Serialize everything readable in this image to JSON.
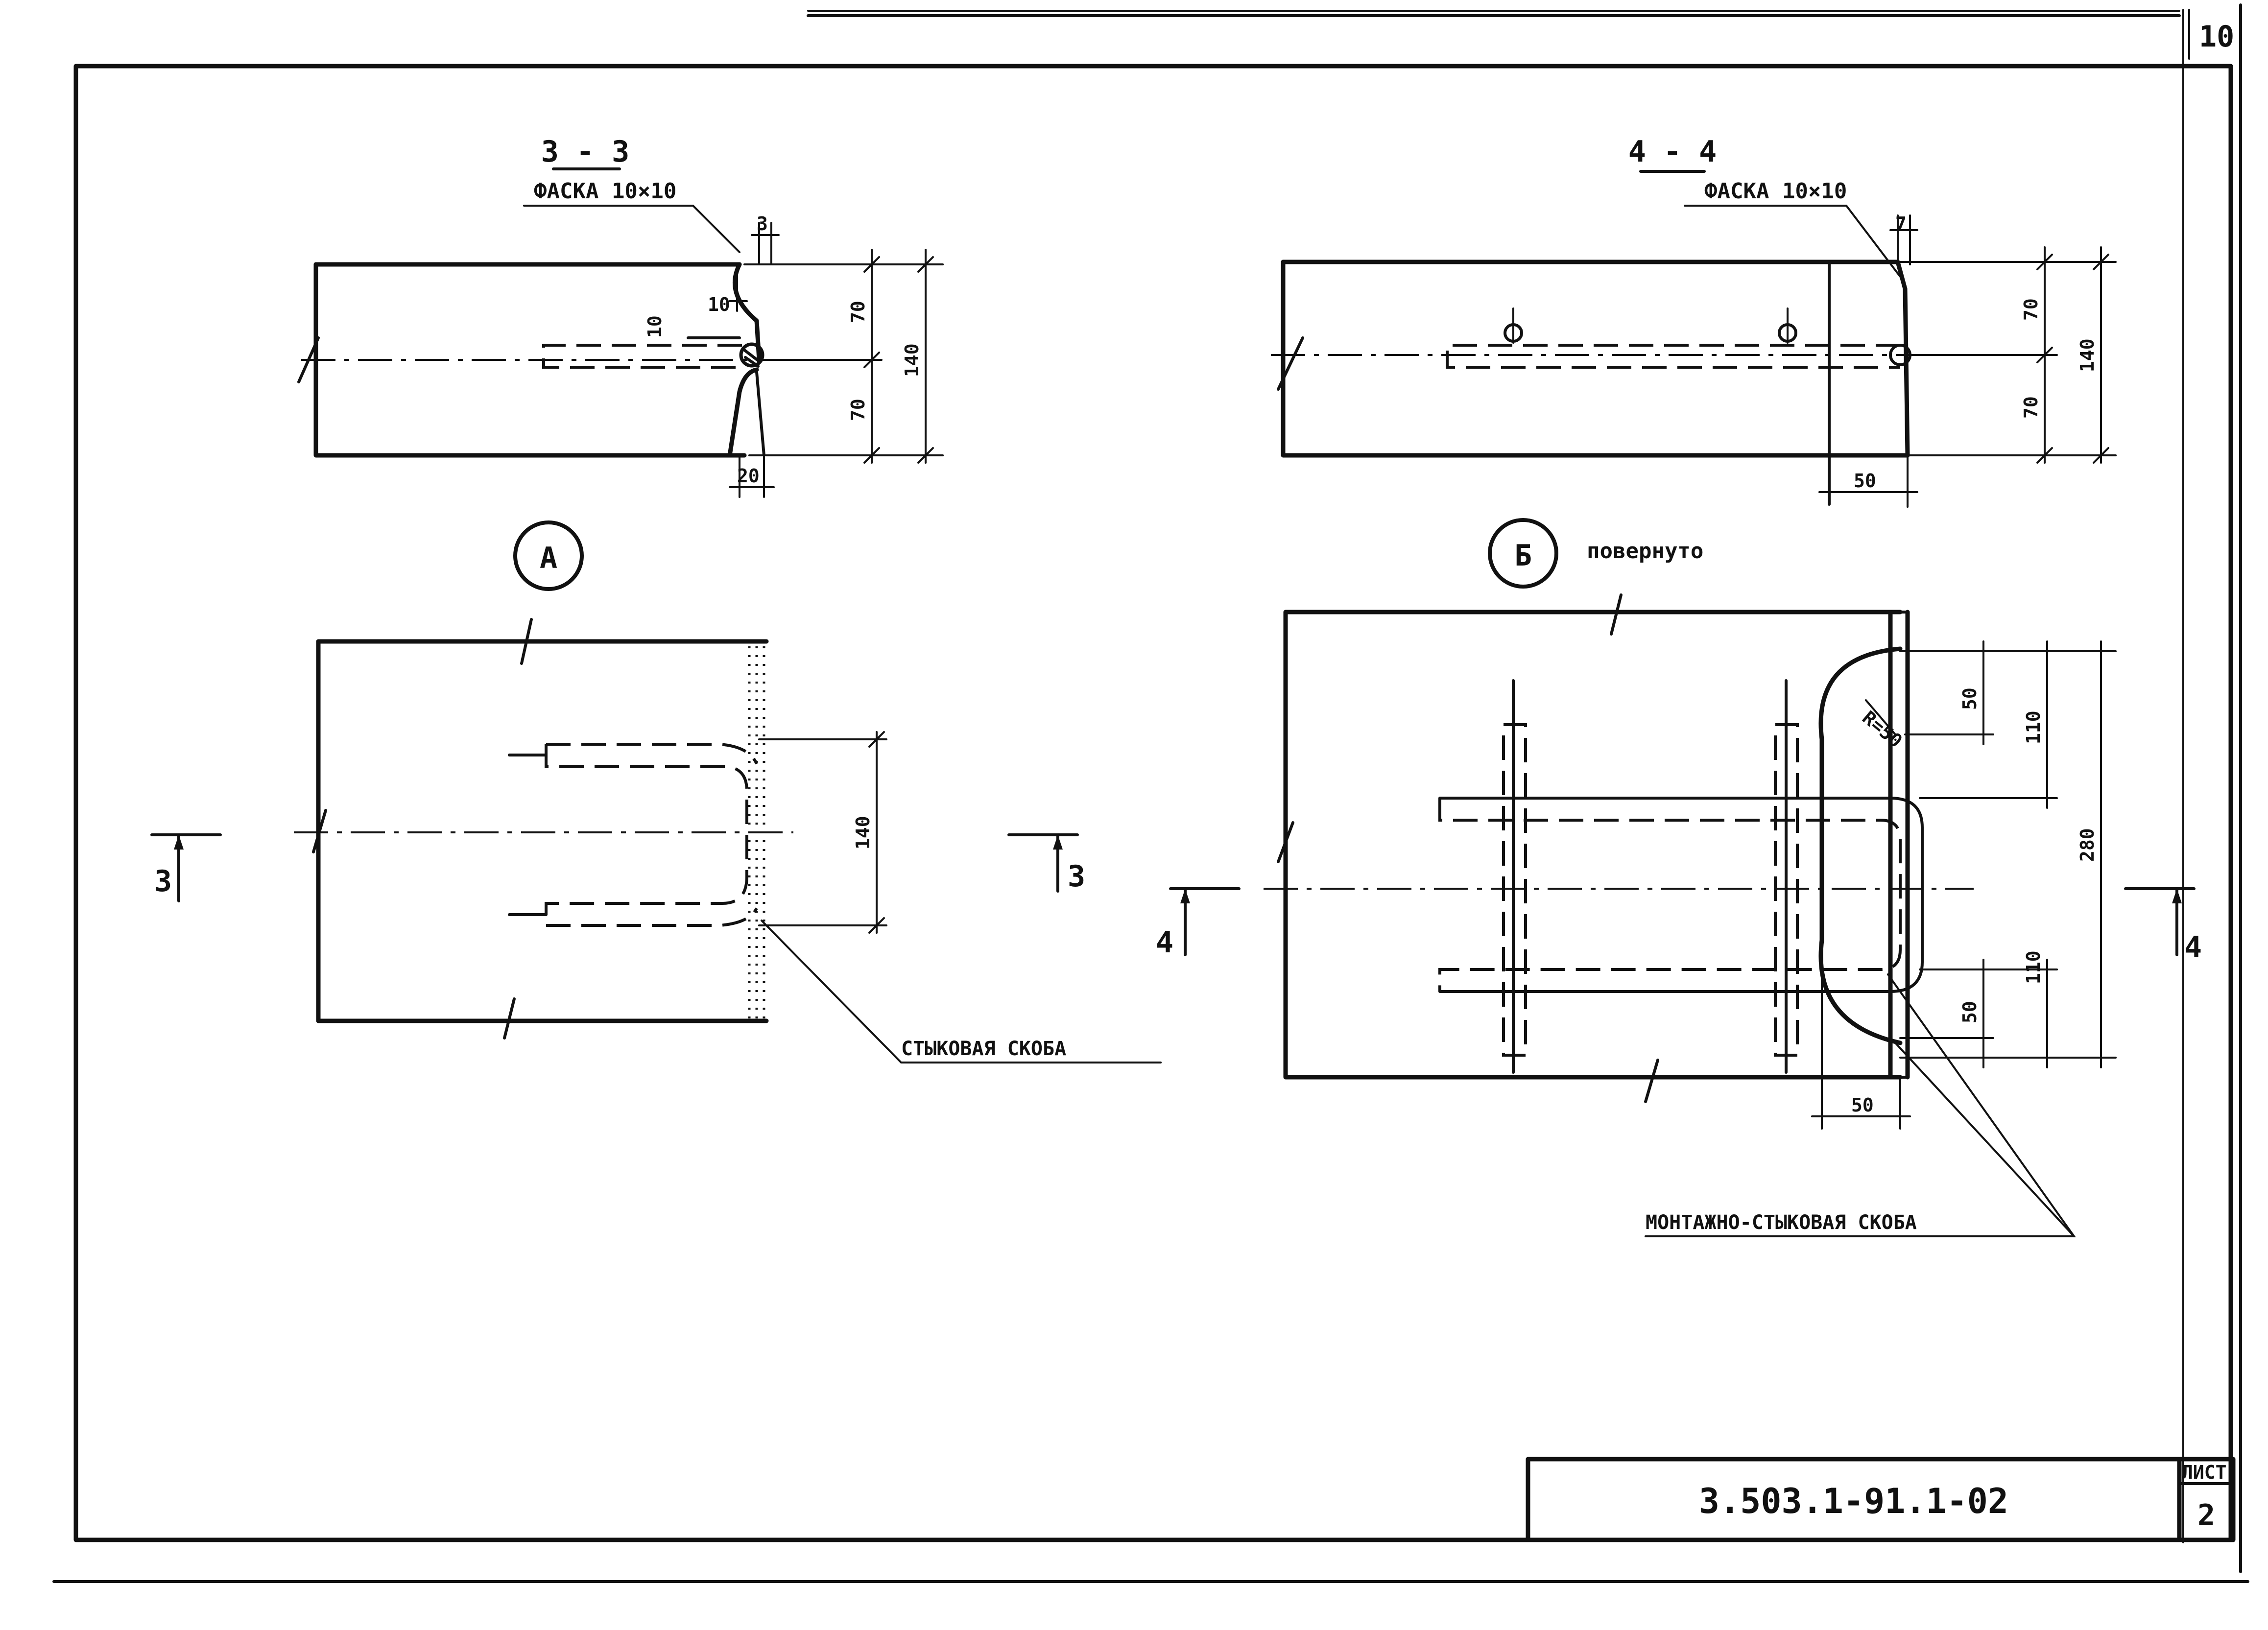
{
  "sheet_corner_number": "10",
  "sections": {
    "s33": {
      "title": "3 - 3",
      "chamfer": "ФАСКА 10×10",
      "dims": {
        "top": "3",
        "ten_a": "10",
        "ten_b": "10",
        "seventy_top": "70",
        "seventy_bottom": "70",
        "total": "140",
        "bottom": "20"
      }
    },
    "s44": {
      "title": "4 - 4",
      "chamfer": "ФАСКА 10×10",
      "dims": {
        "top": "7",
        "seventy_top": "70",
        "seventy_bottom": "70",
        "total": "140",
        "bottom": "50"
      }
    }
  },
  "views": {
    "a": {
      "marker": "А",
      "dim_height": "140",
      "cut_left": "3",
      "cut_right": "3",
      "callout": "СТЫКОВАЯ СКОБА"
    },
    "b": {
      "marker": "Б",
      "note": "повернуто",
      "radius": "R=50",
      "dims": {
        "top_fifty": "50",
        "top_110": "110",
        "total_280": "280",
        "bottom_110": "110",
        "bottom_fifty": "50",
        "bottom_width": "50"
      },
      "cut_left": "4",
      "cut_right": "4",
      "callout": "МОНТАЖНО-СТЫКОВАЯ СКОБА"
    }
  },
  "title_block": {
    "code": "3.503.1-91.1-02",
    "sheet_label": "ЛИСТ",
    "sheet_number": "2"
  }
}
